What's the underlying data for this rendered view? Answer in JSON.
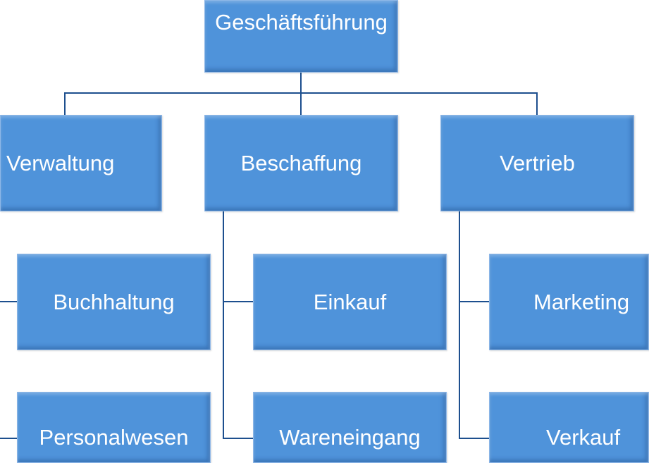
{
  "root": {
    "label": "Geschäftsführung"
  },
  "departments": [
    {
      "label": "Verwaltung",
      "children": [
        {
          "label": "Buchhaltung"
        },
        {
          "label": "Personalwesen"
        }
      ]
    },
    {
      "label": "Beschaffung",
      "children": [
        {
          "label": "Einkauf"
        },
        {
          "label": "Wareneingang"
        }
      ]
    },
    {
      "label": "Vertrieb",
      "children": [
        {
          "label": "Marketing"
        },
        {
          "label": "Verkauf"
        }
      ]
    }
  ],
  "colors": {
    "box": "#4f93da",
    "connector": "#1d4f8e",
    "text": "#ffffff"
  }
}
